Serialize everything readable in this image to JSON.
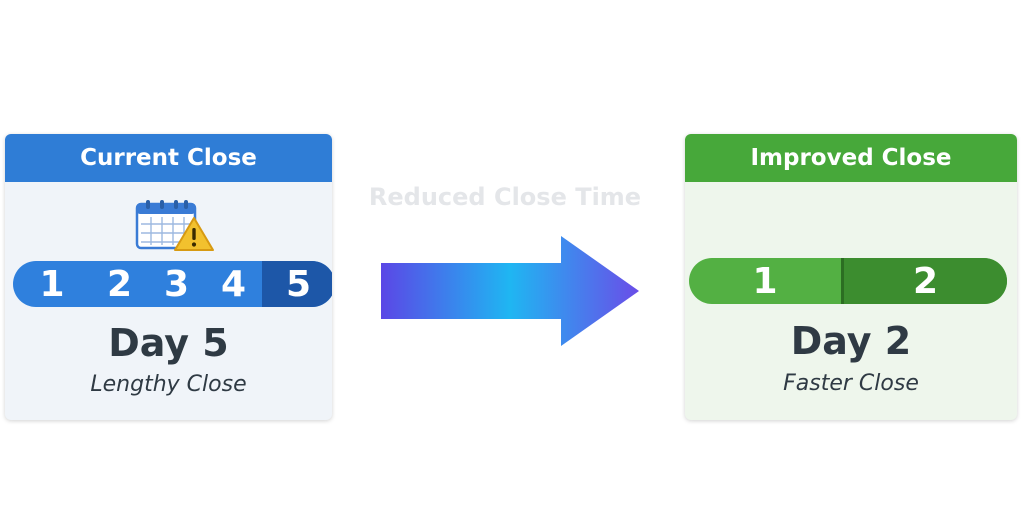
{
  "current": {
    "title": "Current Close",
    "days": [
      "1",
      "2",
      "3",
      "4",
      "5"
    ],
    "active_day": "5",
    "day_label": "Day 5",
    "subtitle": "Lengthy Close",
    "icon": "calendar-warning-icon"
  },
  "transition": {
    "caption": "Reduced Close Time",
    "icon": "arrow-right-icon"
  },
  "improved": {
    "title": "Improved Close",
    "days": [
      "1",
      "2"
    ],
    "active_day": "2",
    "day_label": "Day 2",
    "subtitle": "Faster Close"
  },
  "colors": {
    "current_accent": "#2f7dd6",
    "current_active": "#1d57a8",
    "improved_accent": "#47a83a",
    "improved_active": "#3c8d2f",
    "arrow_gradient": [
      "#5b47e6",
      "#1fb6f2",
      "#6a4de8"
    ],
    "warning": "#f2c12e"
  }
}
